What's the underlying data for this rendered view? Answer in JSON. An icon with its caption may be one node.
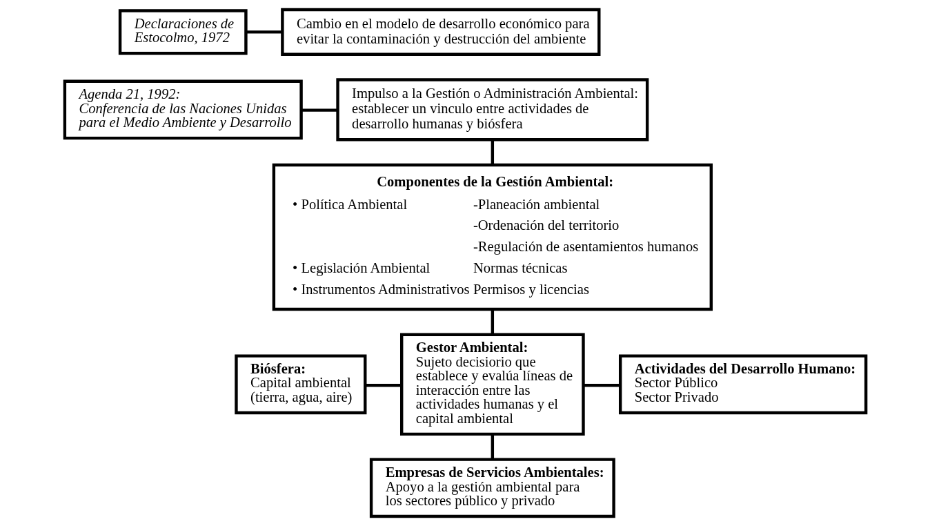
{
  "diagram": {
    "nodes": [
      {
        "text": [
          "Declaraciones de Estocolmo, 1972"
        ]
      },
      {
        "text": [
          "Cambio en el modelo de desarrollo económico para evitar la contaminación y destrucción del ambiente"
        ]
      },
      {
        "text": [
          "Agenda 21, 1992:",
          "Conferencia de las Naciones Unidas para el Medio Ambiente y Desarrollo"
        ]
      },
      {
        "text": [
          "Impulso a la Gestión o Administración Ambiental:",
          "establecer un vinculo entre actividades de desarrollo humanas y biósfera"
        ]
      },
      {
        "text": [
          "Componentes de la Gestión Ambiental:",
          "• Política Ambiental",
          "-Planeación ambiental",
          "-Ordenación del territorio",
          "-Regulación de asentamientos humanos",
          "• Legislación Ambiental",
          "Normas técnicas",
          "• Instrumentos Administrativos",
          "Permisos y licencias"
        ]
      },
      {
        "text": [
          "Biósfera:",
          "Capital ambiental (tierra, agua, aire)"
        ]
      },
      {
        "text": [
          "Gestor Ambiental:",
          "Sujeto decisiorio que establece y evalúa líneas de interacción entre las actividades humanas y el capital ambiental"
        ]
      },
      {
        "text": [
          "Actividades del Desarrollo Humano:",
          "Sector Público",
          "Sector Privado"
        ]
      },
      {
        "text": [
          "Empresas de Servicios Ambientales:",
          "Apoyo a la gestión ambiental para los sectores público y privado"
        ]
      }
    ],
    "edges": [
      {
        "from": 0,
        "to": 1,
        "arrow": "none"
      },
      {
        "from": 2,
        "to": 3,
        "arrow": "none"
      },
      {
        "from": 3,
        "to": 4,
        "arrow": "none"
      },
      {
        "from": 4,
        "to": 6,
        "arrow": "none"
      },
      {
        "from": 5,
        "to": 6,
        "arrow": "none"
      },
      {
        "from": 6,
        "to": 7,
        "arrow": "none"
      },
      {
        "from": 6,
        "to": 8,
        "arrow": "none"
      }
    ]
  }
}
